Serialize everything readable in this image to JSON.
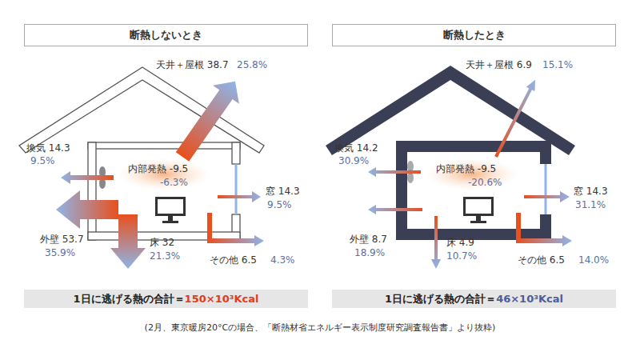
{
  "diagram": {
    "caption": "(2月、東京暖房20°Cの場合、「断熱材省エネルギー表示制度研究調査報告書」より抜粋)",
    "nodes": [
      {
        "text": [
          "断熱しないとき"
        ]
      },
      {
        "text": [
          "断熱したとき"
        ]
      },
      {
        "text": [
          "1日に逃げる熱の合計＝",
          "150×10³Kcal"
        ]
      },
      {
        "text": [
          "1日に逃げる熱の合計＝",
          "46×10³Kcal"
        ]
      }
    ],
    "labels": [
      "天井＋屋根 38.7",
      "25.8%",
      "換気 14.3",
      "9.5%",
      "内部発熱 -9.5",
      "-6.3%",
      "窓 14.3",
      "9.5%",
      "外壁 53.7",
      "35.9%",
      "床 32",
      "21.3%",
      "その他 6.5",
      "4.3%",
      "天井＋屋根 6.9",
      "15.1%",
      "換気 14.2",
      "30.9%",
      "内部発熱 -9.5",
      "-20.6%",
      "窓 14.3",
      "31.1%",
      "外壁 8.7",
      "18.9%",
      "床 4.9",
      "10.7%",
      "その他 6.5",
      "14.0%"
    ]
  }
}
